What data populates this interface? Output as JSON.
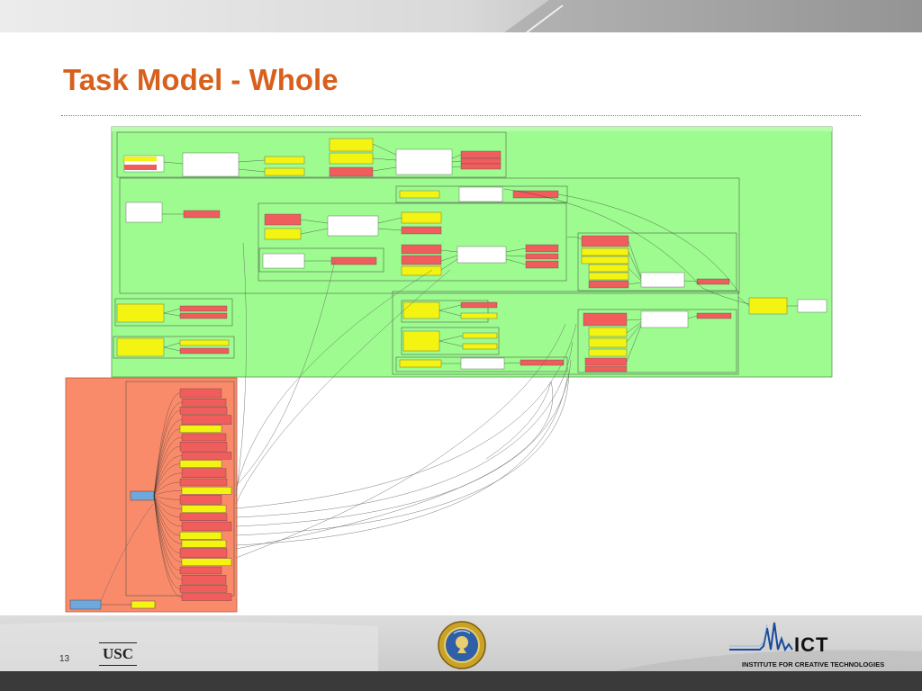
{
  "title": "Task Model - Whole",
  "slide_number": "13",
  "logos": {
    "usc": "USC",
    "ict": "ICT",
    "ict_subtitle": "INSTITUTE FOR CREATIVE TECHNOLOGIES",
    "seal_icon": "army-seal-icon"
  },
  "colors": {
    "title": "#d8601c",
    "green_panel": "#9dfb8f",
    "orange_panel": "#f98b6a",
    "yellow_node": "#f4f412",
    "red_node": "#f15c5c",
    "white_node": "#ffffff",
    "blue_node": "#6fa8dc"
  }
}
